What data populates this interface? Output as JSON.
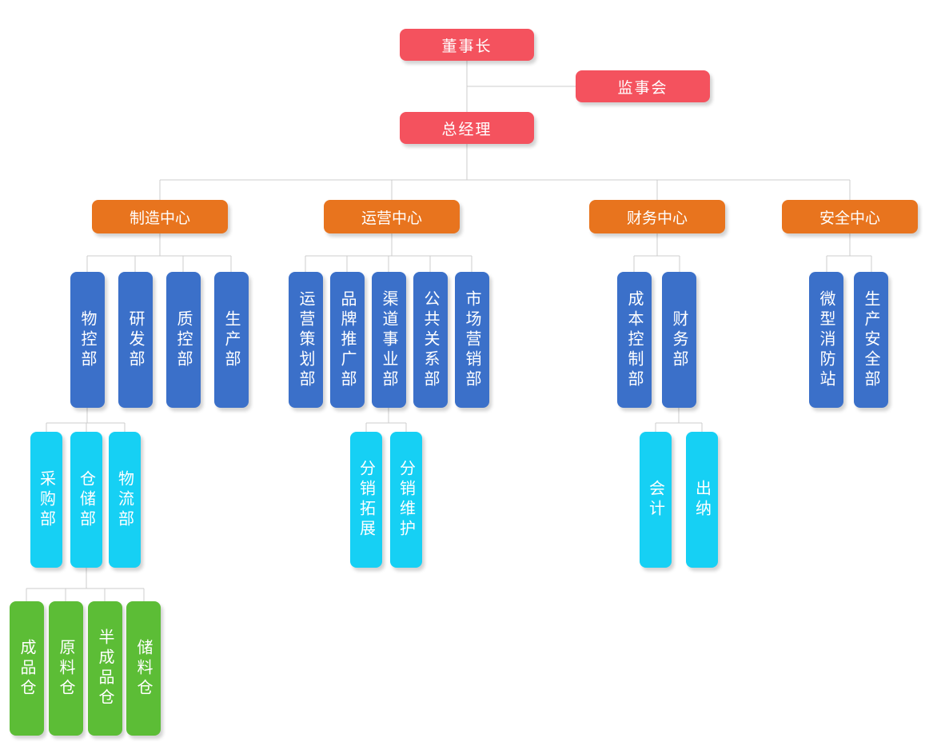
{
  "diagram_type": "org-chart",
  "colors": {
    "executive_red": "#f4525e",
    "center_orange": "#e8741e",
    "department_blue": "#3b70c9",
    "section_cyan": "#16d0f4",
    "warehouse_green": "#5cbd36",
    "connector_gray": "#cccccc",
    "node_text": "#ffffff"
  },
  "executive": {
    "chairman": "董事长",
    "supervisory_board": "监事会",
    "general_manager": "总经理"
  },
  "centers": [
    {
      "label": "制造中心",
      "departments": [
        {
          "label": "物控部",
          "sections": [
            {
              "label": "采购部"
            },
            {
              "label": "仓储部",
              "warehouses": [
                {
                  "label": "成品仓"
                },
                {
                  "label": "原料仓"
                },
                {
                  "label": "半成品仓"
                },
                {
                  "label": "储料仓"
                }
              ]
            },
            {
              "label": "物流部"
            }
          ]
        },
        {
          "label": "研发部"
        },
        {
          "label": "质控部"
        },
        {
          "label": "生产部"
        }
      ]
    },
    {
      "label": "运营中心",
      "departments": [
        {
          "label": "运营策划部"
        },
        {
          "label": "品牌推广部"
        },
        {
          "label": "渠道事业部",
          "sections": [
            {
              "label": "分销拓展"
            },
            {
              "label": "分销维护"
            }
          ]
        },
        {
          "label": "公共关系部"
        },
        {
          "label": "市场营销部"
        }
      ]
    },
    {
      "label": "财务中心",
      "departments": [
        {
          "label": "成本控制部"
        },
        {
          "label": "财务部",
          "sections": [
            {
              "label": "会计"
            },
            {
              "label": "出纳"
            }
          ]
        }
      ]
    },
    {
      "label": "安全中心",
      "departments": [
        {
          "label": "微型消防站"
        },
        {
          "label": "生产安全部"
        }
      ]
    }
  ]
}
